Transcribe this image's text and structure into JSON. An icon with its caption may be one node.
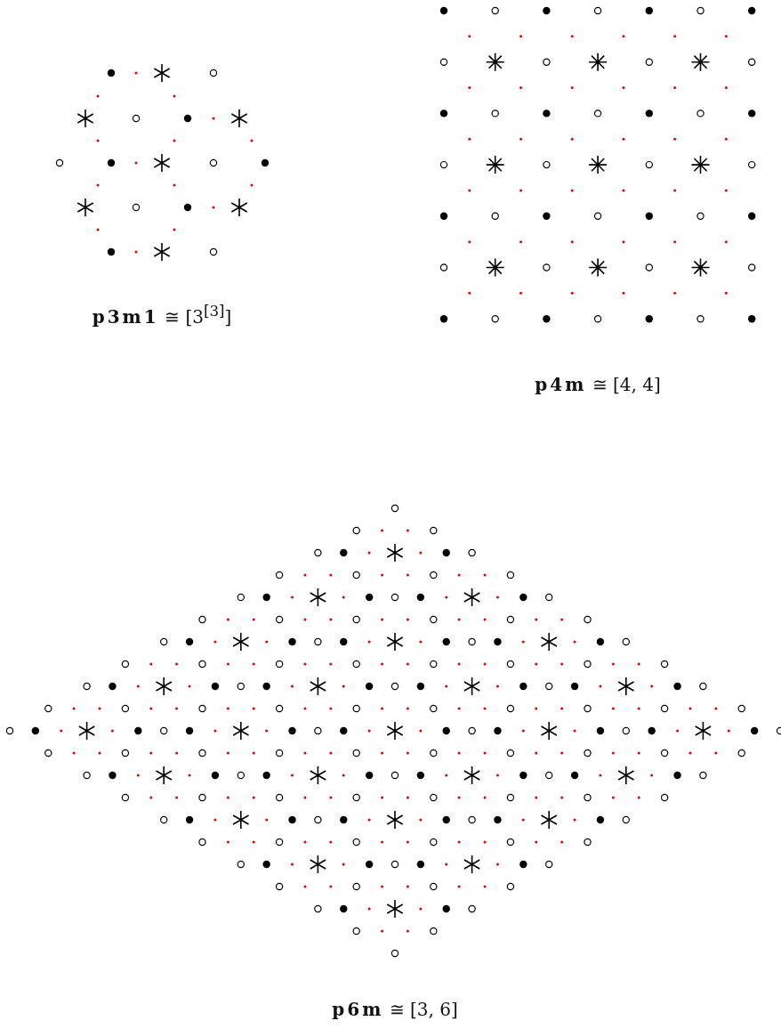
{
  "diagram": {
    "labels": [
      "**p3m1** ≅ [3$^{[3]}$]",
      "**p4m** ≅ [4, 4]",
      "**p6m** ≅ [3, 6]"
    ]
  }
}
